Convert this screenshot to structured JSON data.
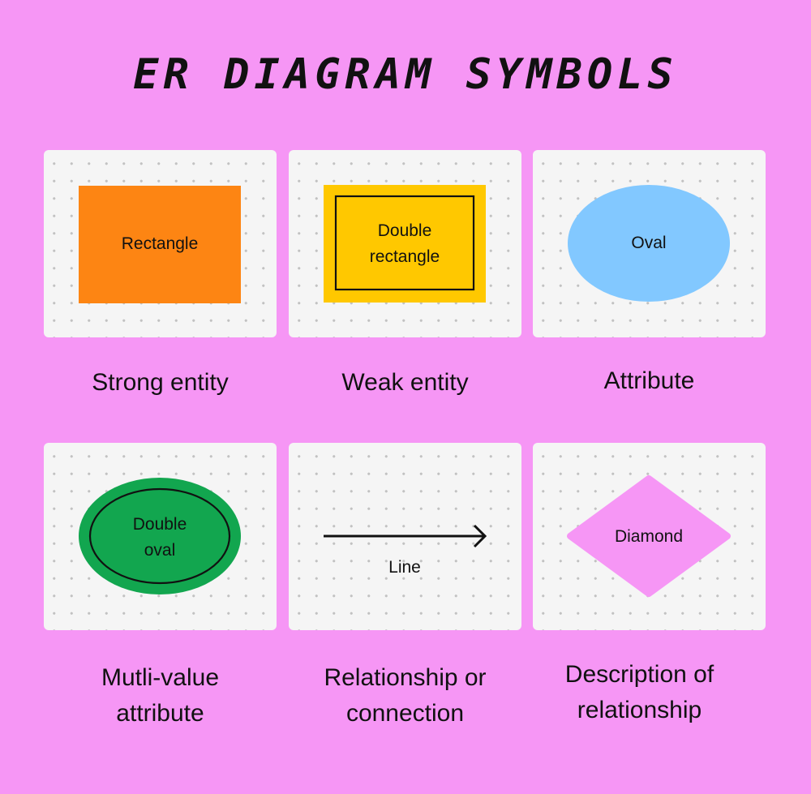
{
  "title": "ER DIAGRAM SYMBOLS",
  "colors": {
    "background": "#f696f5",
    "card": "#f5f5f5",
    "rectangle": "#fd8513",
    "double_rectangle": "#ffc800",
    "oval": "#82c8ff",
    "double_oval": "#12a64f",
    "diamond": "#f696f5",
    "stroke": "#111111"
  },
  "cards": [
    {
      "shape": "Rectangle",
      "caption": [
        "Strong entity"
      ]
    },
    {
      "shape_lines": [
        "Double",
        "rectangle"
      ],
      "caption": [
        "Weak entity"
      ]
    },
    {
      "shape": "Oval",
      "caption": [
        "Attribute"
      ]
    },
    {
      "shape_lines": [
        "Double",
        "oval"
      ],
      "caption": [
        "Mutli-value",
        "attribute"
      ]
    },
    {
      "shape": "Line",
      "caption": [
        "Relationship or",
        "connection"
      ]
    },
    {
      "shape": "Diamond",
      "caption": [
        "Description of",
        "relationship"
      ]
    }
  ]
}
